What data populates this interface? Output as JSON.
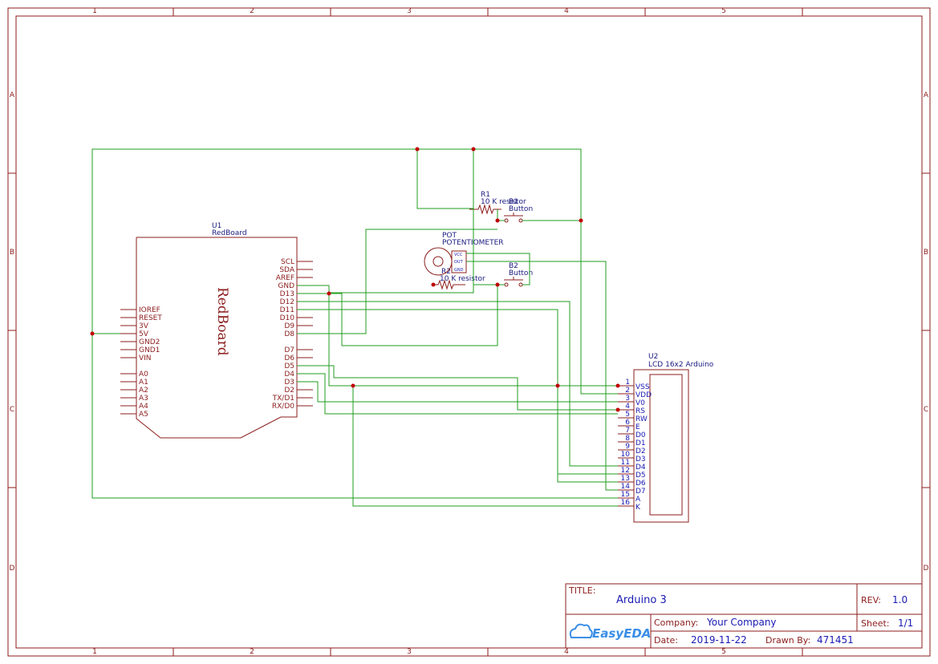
{
  "frame": {
    "cols": [
      "1",
      "2",
      "3",
      "4",
      "5"
    ],
    "rows": [
      "A",
      "B",
      "C",
      "D"
    ]
  },
  "u1": {
    "designator": "U1",
    "name": "RedBoard",
    "body_text": "RedBoard",
    "left_pins": [
      "IOREF",
      "RESET",
      "3V",
      "5V",
      "GND2",
      "GND1",
      "VIN",
      "A0",
      "A1",
      "A2",
      "A3",
      "A4",
      "A5"
    ],
    "right_pins": [
      "SCL",
      "SDA",
      "AREF",
      "GND",
      "D13",
      "D12",
      "D11",
      "D10",
      "D9",
      "D8",
      "D7",
      "D6",
      "D5",
      "D4",
      "D3",
      "D2",
      "TX/D1",
      "RX/D0"
    ]
  },
  "u2": {
    "designator": "U2",
    "name": "LCD 16x2 Arduino",
    "pin_numbers": [
      "1",
      "2",
      "3",
      "4",
      "5",
      "6",
      "7",
      "8",
      "9",
      "10",
      "11",
      "12",
      "13",
      "14",
      "15",
      "16"
    ],
    "pin_names": [
      "VSS",
      "VDD",
      "V0",
      "RS",
      "RW",
      "E",
      "D0",
      "D1",
      "D2",
      "D3",
      "D4",
      "D5",
      "D6",
      "D7",
      "A",
      "K"
    ]
  },
  "r1": {
    "designator": "R1",
    "value": "10 K resistor"
  },
  "r2": {
    "designator": "R2",
    "value": "10 K resistor"
  },
  "b1": {
    "designator": "B1",
    "value": "Button"
  },
  "b2": {
    "designator": "B2",
    "value": "Button"
  },
  "pot": {
    "designator": "POT",
    "value": "POTENTIOMETER",
    "pins": [
      "VCC",
      "OUT",
      "GND"
    ]
  },
  "title_block": {
    "title_label": "TITLE:",
    "title": "Arduino 3",
    "rev_label": "REV:",
    "rev": "1.0",
    "company_label": "Company:",
    "company": "Your Company",
    "sheet_label": "Sheet:",
    "sheet": "1/1",
    "date_label": "Date:",
    "date": "2019-11-22",
    "drawn_label": "Drawn By:",
    "drawn_by": "471451",
    "logo_text": "EasyEDA",
    "accent": "#1a1ab4",
    "logo_color": "#3a8ee6"
  }
}
